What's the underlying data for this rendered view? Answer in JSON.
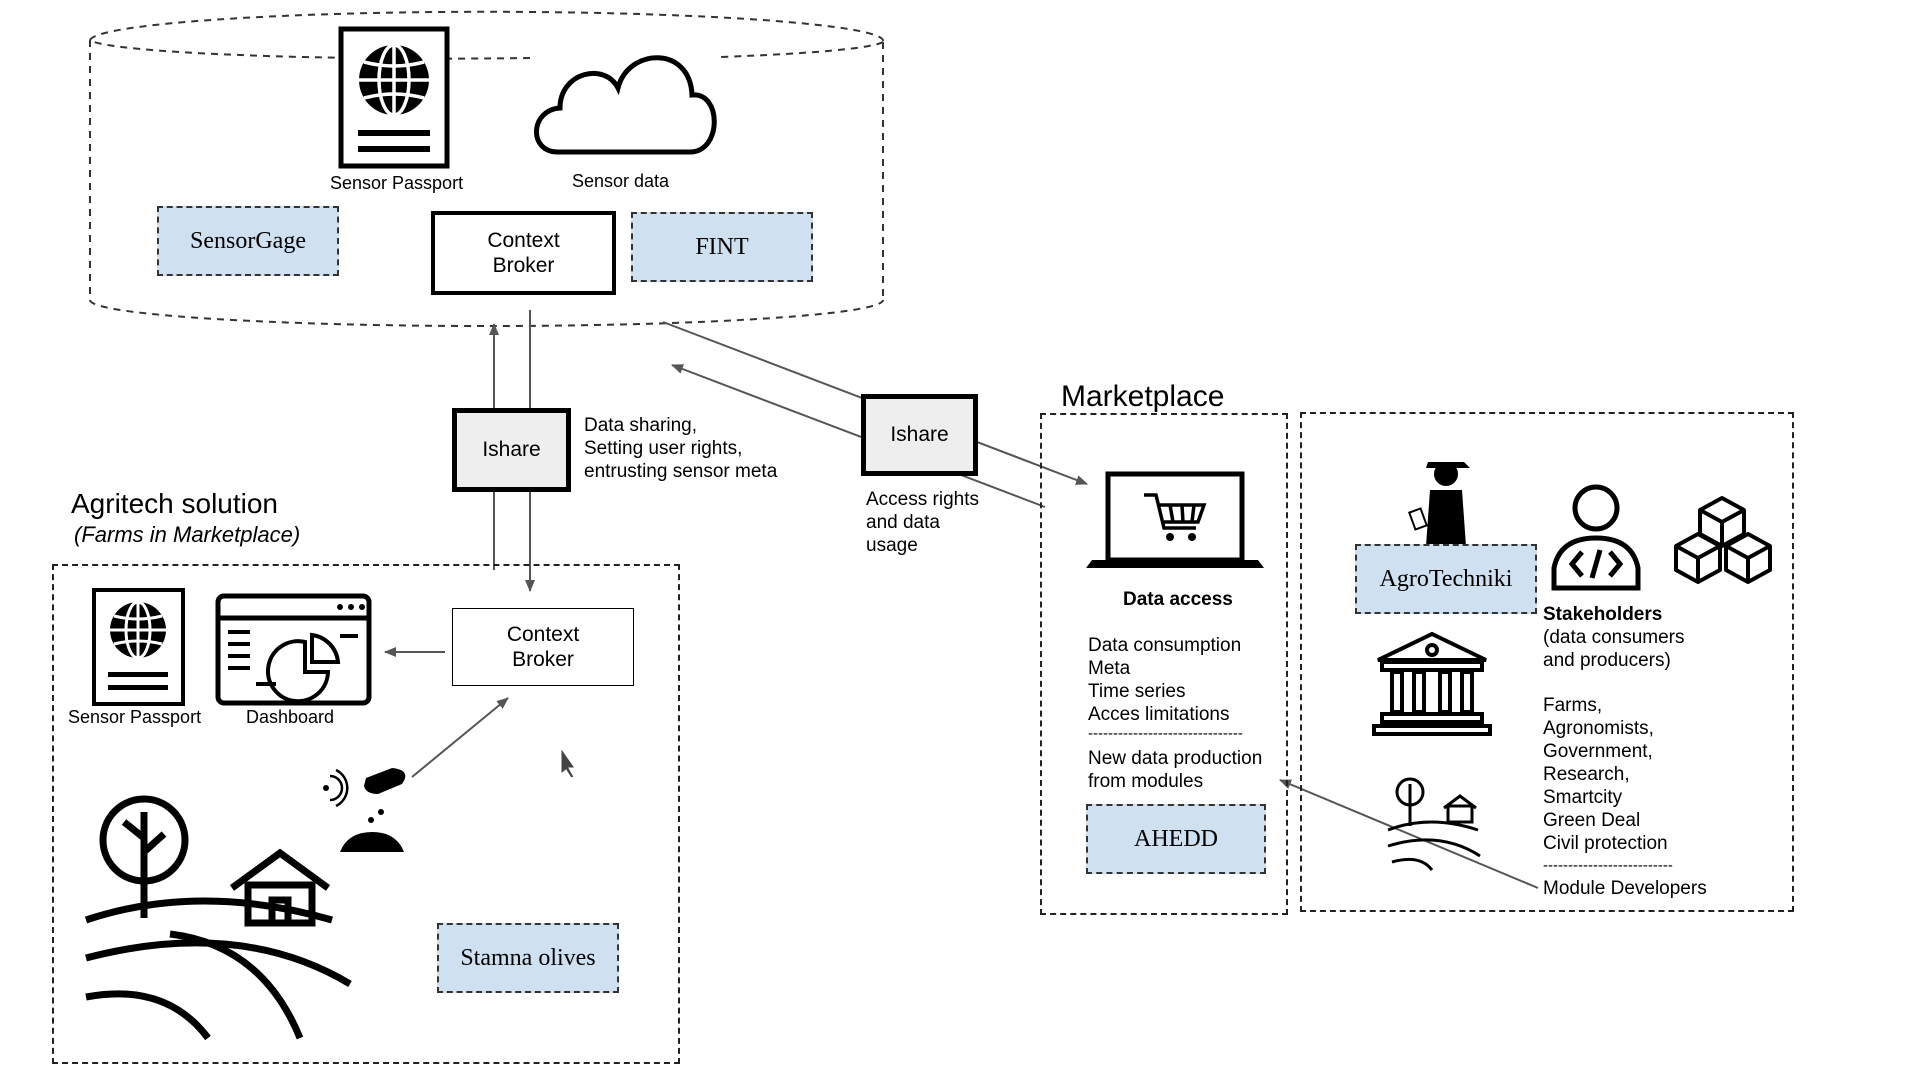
{
  "cloud_region": {
    "sensor_passport_label": "Sensor Passport",
    "sensor_data_label": "Sensor data",
    "sensorgage_label": "SensorGage",
    "context_broker_line1": "Context",
    "context_broker_line2": "Broker",
    "fint_label": "FINT"
  },
  "ishare_left": {
    "label": "Ishare",
    "note_line1": "Data sharing,",
    "note_line2": "Setting user rights,",
    "note_line3": "entrusting sensor meta"
  },
  "ishare_right": {
    "label": "Ishare",
    "note_line1": "Access rights",
    "note_line2": "and data",
    "note_line3": "usage"
  },
  "agritech": {
    "title": "Agritech solution",
    "subtitle": "(Farms in Marketplace)",
    "sensor_passport_label": "Sensor Passport",
    "dashboard_label": "Dashboard",
    "context_broker_line1": "Context",
    "context_broker_line2": "Broker",
    "stamna_label": "Stamna olives"
  },
  "marketplace": {
    "title": "Marketplace",
    "data_access_title": "Data access",
    "consumption_items": [
      "Data consumption",
      "Meta",
      "Time series",
      "Acces limitations"
    ],
    "separator": "-------------------------------",
    "production_line1": "New data production",
    "production_line2": "from modules",
    "ahedd_label": "AHEDD"
  },
  "stakeholders": {
    "agrotechniki_label": "AgroTechniki",
    "title": "Stakeholders",
    "subtitle_line1": "(data consumers",
    "subtitle_line2": "and producers)",
    "list": [
      "Farms,",
      "Agronomists,",
      "Government,",
      "Research,",
      "Smartcity",
      "Green Deal",
      "Civil protection"
    ],
    "separator": "--------------------------",
    "module_developers": "Module Developers"
  },
  "icons": {
    "passport": "passport-globe-icon",
    "cloud": "cloud-icon",
    "dashboard": "dashboard-chart-icon",
    "sensor_hand": "sensor-hand-soil-icon",
    "farm": "farm-landscape-icon",
    "laptop": "laptop-cart-icon",
    "farmer": "farmer-person-icon",
    "developer": "developer-code-icon",
    "cubes": "cubes-icon",
    "government": "government-building-icon",
    "small_farm": "small-farm-icon",
    "cursor": "mouse-cursor-icon"
  },
  "colors": {
    "highlight_fill": "#cfe0f1",
    "ishare_fill": "#eeeeee",
    "line": "#555555"
  }
}
